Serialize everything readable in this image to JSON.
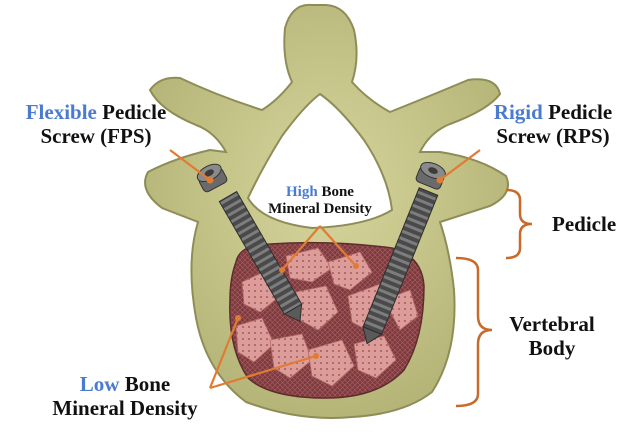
{
  "labels": {
    "fps": {
      "highlight": "Flexible",
      "rest_line1": " Pedicle",
      "line2": "Screw (FPS)"
    },
    "rps": {
      "highlight": "Rigid",
      "rest_line1": " Pedicle",
      "line2": "Screw (RPS)"
    },
    "high_bmd": {
      "highlight": "High",
      "rest_line1": " Bone",
      "line2": "Mineral Density"
    },
    "low_bmd": {
      "highlight": "Low",
      "rest_line1": " Bone",
      "line2": "Mineral Density"
    },
    "pedicle": "Pedicle",
    "vertebral_body": {
      "line1": "Vertebral",
      "line2": "Body"
    }
  },
  "colors": {
    "bone": "#c9c88c",
    "bone_edge": "#8e8d57",
    "cancellous_dark": "#7a3a3e",
    "cancellous_light": "#d99a98",
    "screw": "#4e4e4e",
    "leader": "#e07b33",
    "highlight_text": "#4a7bd0"
  }
}
